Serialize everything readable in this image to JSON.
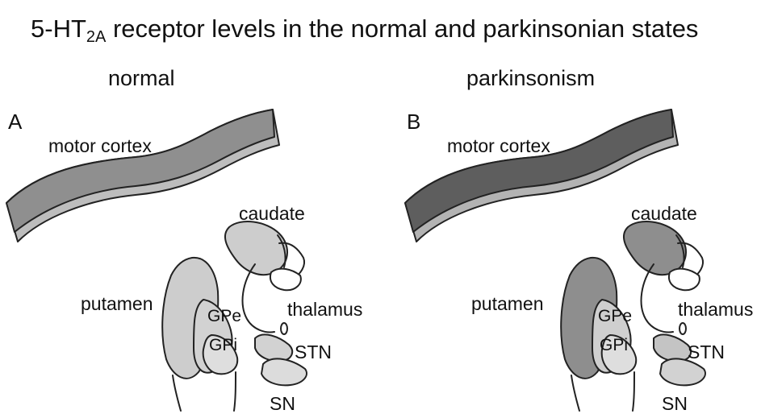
{
  "title": {
    "prefix": "5-HT",
    "subscript": "2A",
    "suffix": " receptor levels in the normal and parkinsonian states"
  },
  "panels": [
    {
      "letter": "A",
      "condition": "normal",
      "labels": {
        "motor_cortex": "motor cortex",
        "caudate": "caudate",
        "putamen": "putamen",
        "thalamus": "thalamus",
        "gpe": "GPe",
        "gpi": "GPi",
        "stn": "STN",
        "sn": "SN"
      },
      "colors": {
        "cortex_outer": "#bdbdbd",
        "cortex_inner": "#8f8f8f",
        "caudate": "#cdcdcd",
        "putamen": "#cdcdcd",
        "gpe": "#d2d2d2",
        "gpi": "#dedede",
        "stn": "#d2d2d2",
        "sn": "#dcdcdc"
      }
    },
    {
      "letter": "B",
      "condition": "parkinsonism",
      "labels": {
        "motor_cortex": "motor cortex",
        "caudate": "caudate",
        "putamen": "putamen",
        "thalamus": "thalamus",
        "gpe": "GPe",
        "gpi": "GPi",
        "stn": "STN",
        "sn": "SN"
      },
      "colors": {
        "cortex_outer": "#b3b3b3",
        "cortex_inner": "#5e5e5e",
        "caudate": "#8e8e8e",
        "putamen": "#8e8e8e",
        "gpe": "#cfcfcf",
        "gpi": "#dedede",
        "stn": "#c4c4c4",
        "sn": "#d2d2d2"
      }
    }
  ]
}
